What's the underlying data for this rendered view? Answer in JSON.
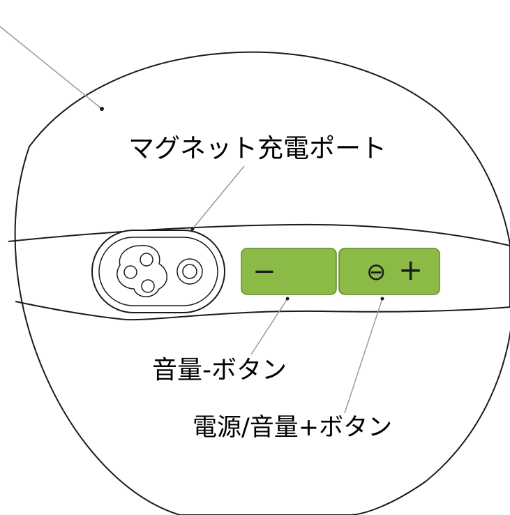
{
  "labels": {
    "charge_port": "マグネット充電ポート",
    "volume_minus": "音量-ボタン",
    "power_volume_plus": "電源/音量+ボタン"
  },
  "buttons": {
    "minus_glyph": "−",
    "power_glyph": "⊖",
    "plus_glyph": "+"
  },
  "colors": {
    "button_fill": "#8cba47",
    "button_edge": "#5f8a2a",
    "outline": "#1a1a1a",
    "leader_line": "#9a9a9a",
    "background": "#ffffff"
  }
}
